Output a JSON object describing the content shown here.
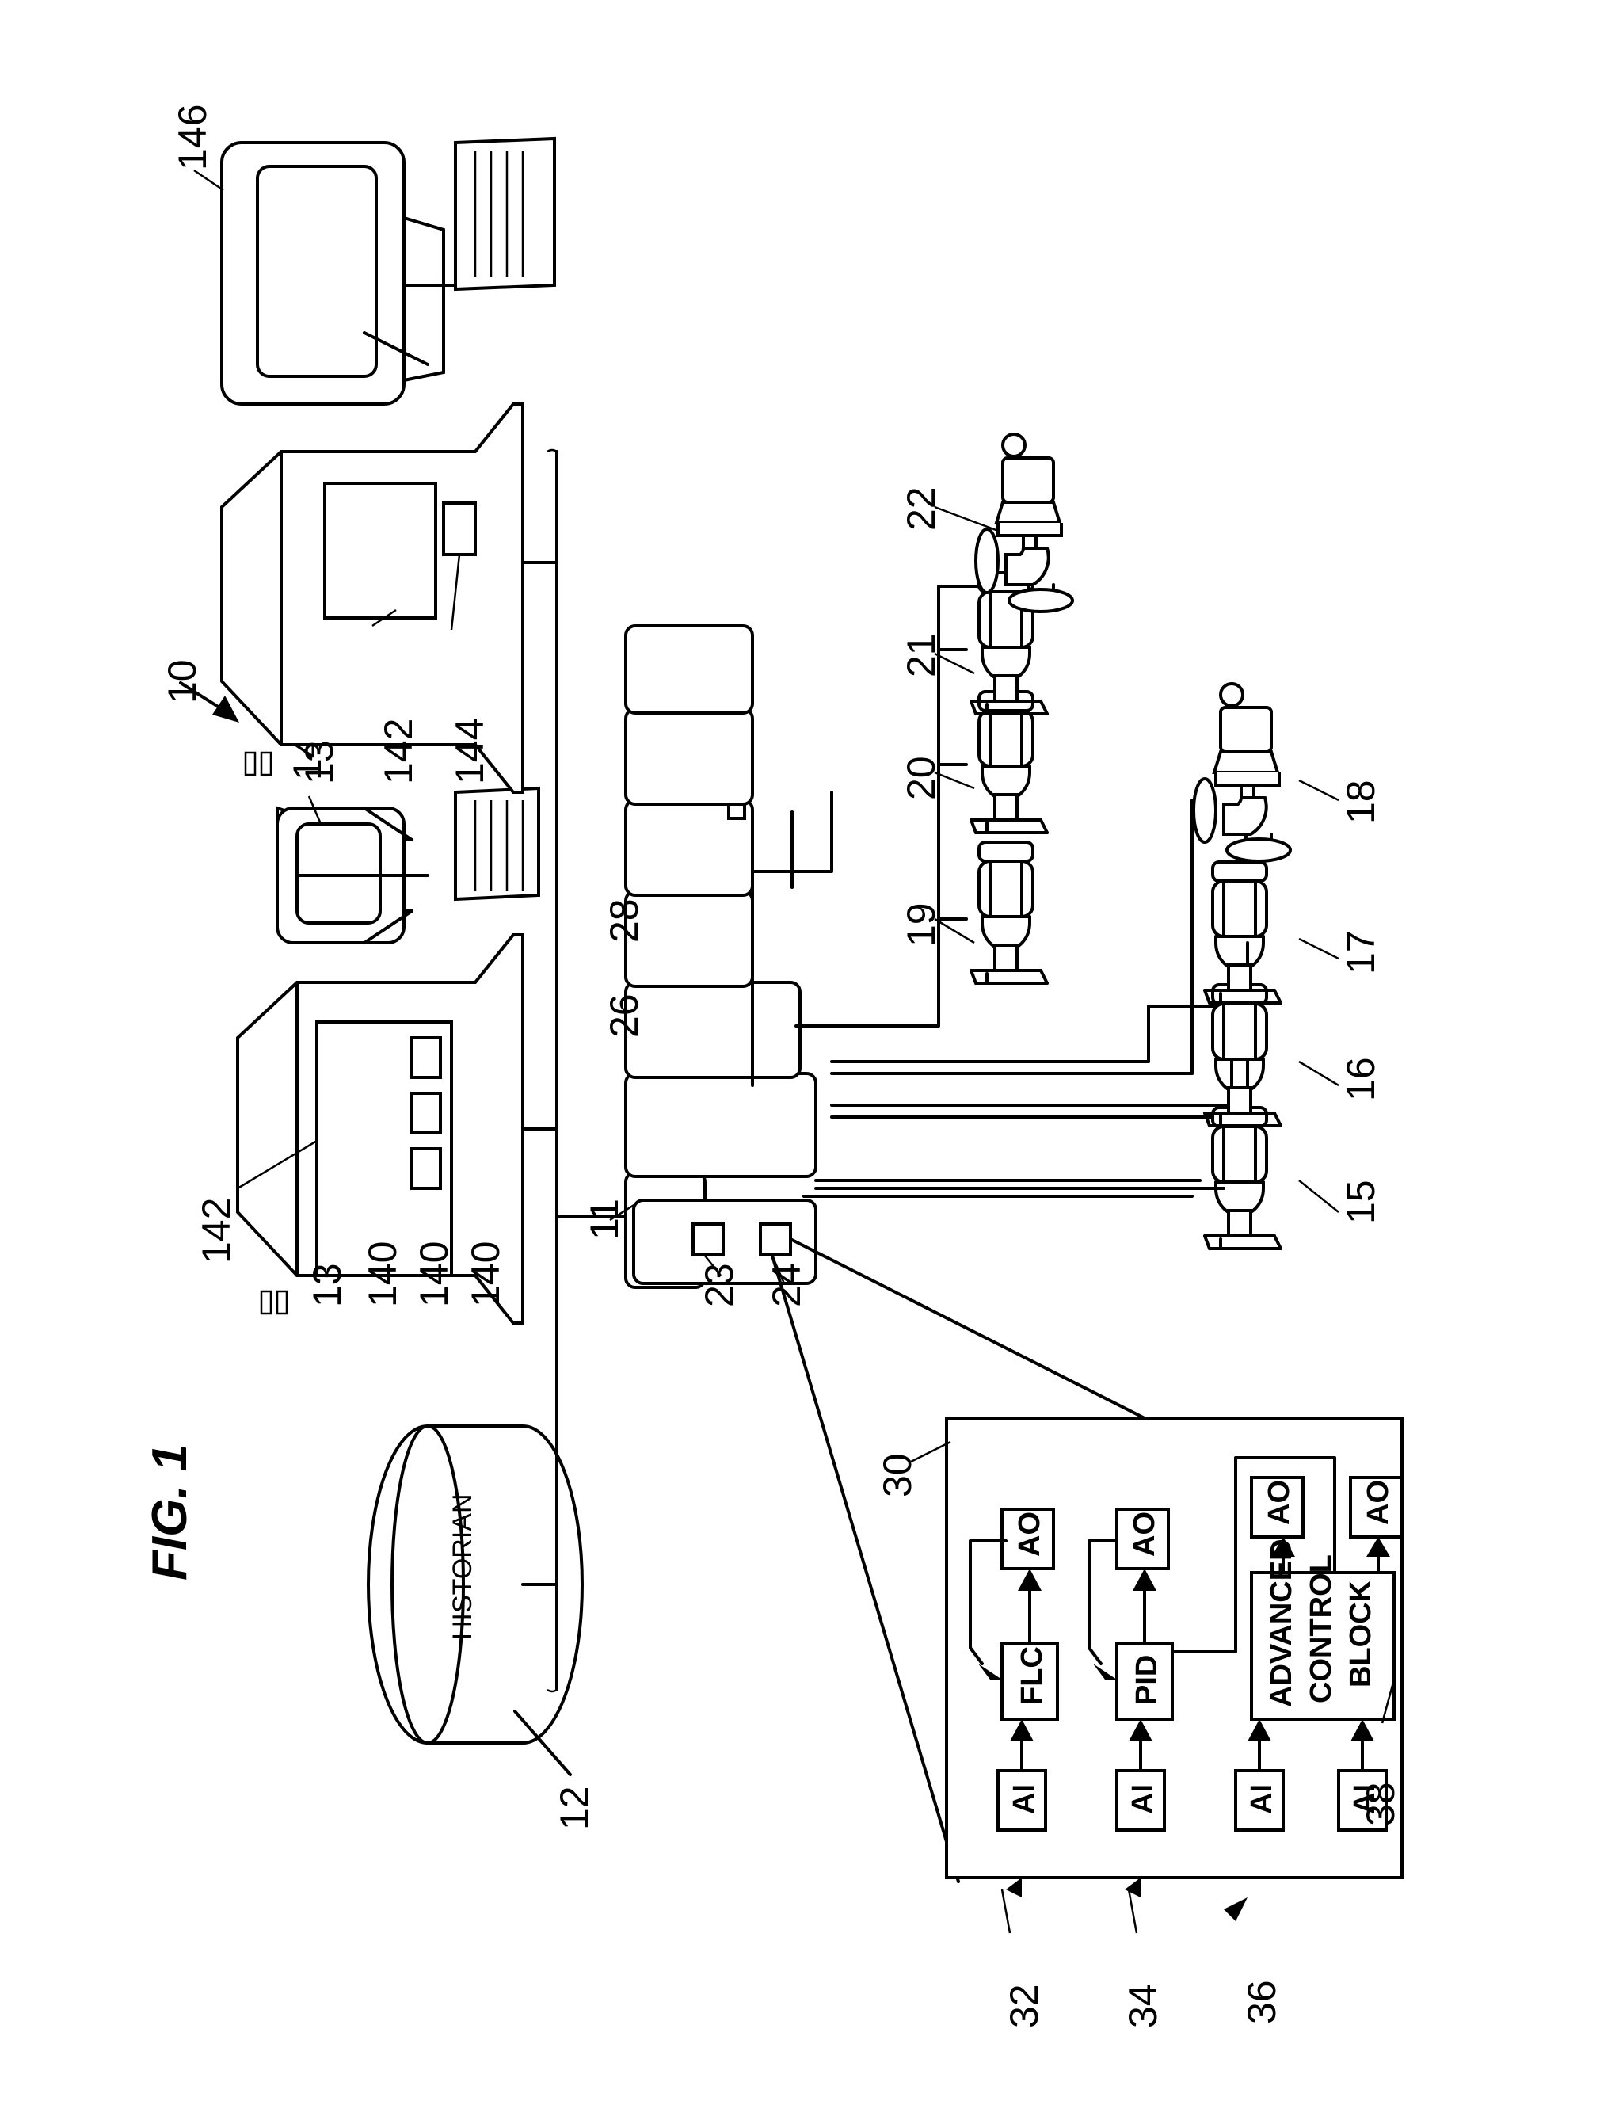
{
  "figure": {
    "title": "FIG. 1"
  },
  "system": {
    "ref": "10"
  },
  "historian": {
    "label": "HISTORIAN",
    "ref": "12"
  },
  "workstations": [
    {
      "ref": "13",
      "processor_ref": "142",
      "app_refs": [
        "140",
        "140",
        "140"
      ],
      "display_ref": "146"
    },
    {
      "ref": "13",
      "processor_ref": "142",
      "memory_ref": "144",
      "display_ref": "146"
    }
  ],
  "controller": {
    "ref": "11",
    "processor_ref": "23",
    "memory_ref": "24",
    "io_refs": [
      "26",
      "28"
    ]
  },
  "field_devices": [
    "15",
    "16",
    "17",
    "18",
    "19",
    "20",
    "21",
    "22"
  ],
  "function_blocks": {
    "ref": "30",
    "loops": [
      {
        "ref": "32",
        "inputs": [
          "AI"
        ],
        "block": "FLC",
        "outputs": [
          "AO"
        ]
      },
      {
        "ref": "34",
        "inputs": [
          "AI"
        ],
        "block": "PID",
        "outputs": [
          "AO"
        ]
      },
      {
        "ref": "36",
        "inputs": [
          "AI",
          "AI"
        ],
        "block": [
          "ADVANCED",
          "CONTROL",
          "BLOCK"
        ],
        "block_ref": "38",
        "outputs": [
          "AO",
          "AO"
        ]
      }
    ]
  }
}
